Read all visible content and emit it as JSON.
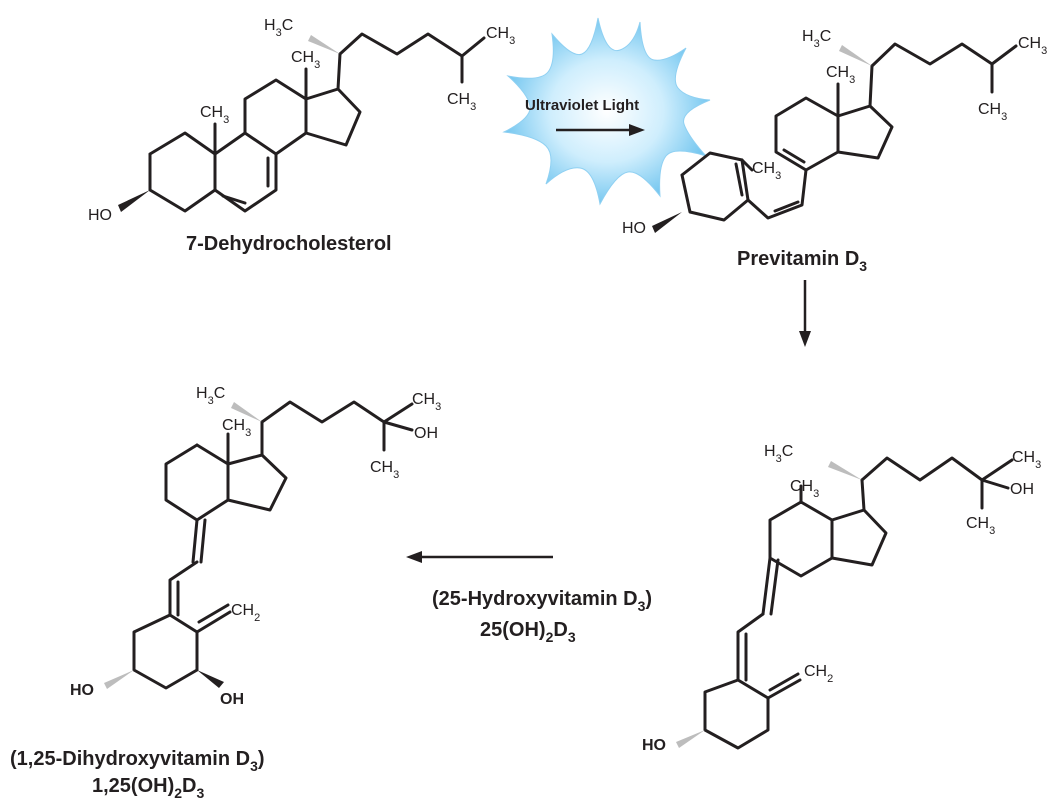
{
  "diagram": {
    "uv_label": "Ultraviolet Light",
    "compounds": {
      "dehydrocholesterol": {
        "name": "7-Dehydrocholesterol"
      },
      "previtamin": {
        "name": "Previtamin D",
        "name_sub": "3"
      },
      "hydroxy25": {
        "name_a": "(25-Hydroxyvitamin D",
        "name_a_sub": "3",
        "name_a_end": ")",
        "name_b": "25(OH)",
        "name_b_sub1": "2",
        "name_b_mid": "D",
        "name_b_sub2": "3"
      },
      "dihydroxy": {
        "name_a": "(1,25-Dihydroxyvitamin D",
        "name_a_sub": "3",
        "name_a_end": ")",
        "name_b": "1,25(OH)",
        "name_b_sub1": "2",
        "name_b_mid": "D",
        "name_b_sub2": "3"
      }
    },
    "atoms": {
      "ho": "HO",
      "oh": "OH",
      "c": "C",
      "h": "H",
      "ch": "CH",
      "sub2": "2",
      "sub3": "3"
    }
  }
}
